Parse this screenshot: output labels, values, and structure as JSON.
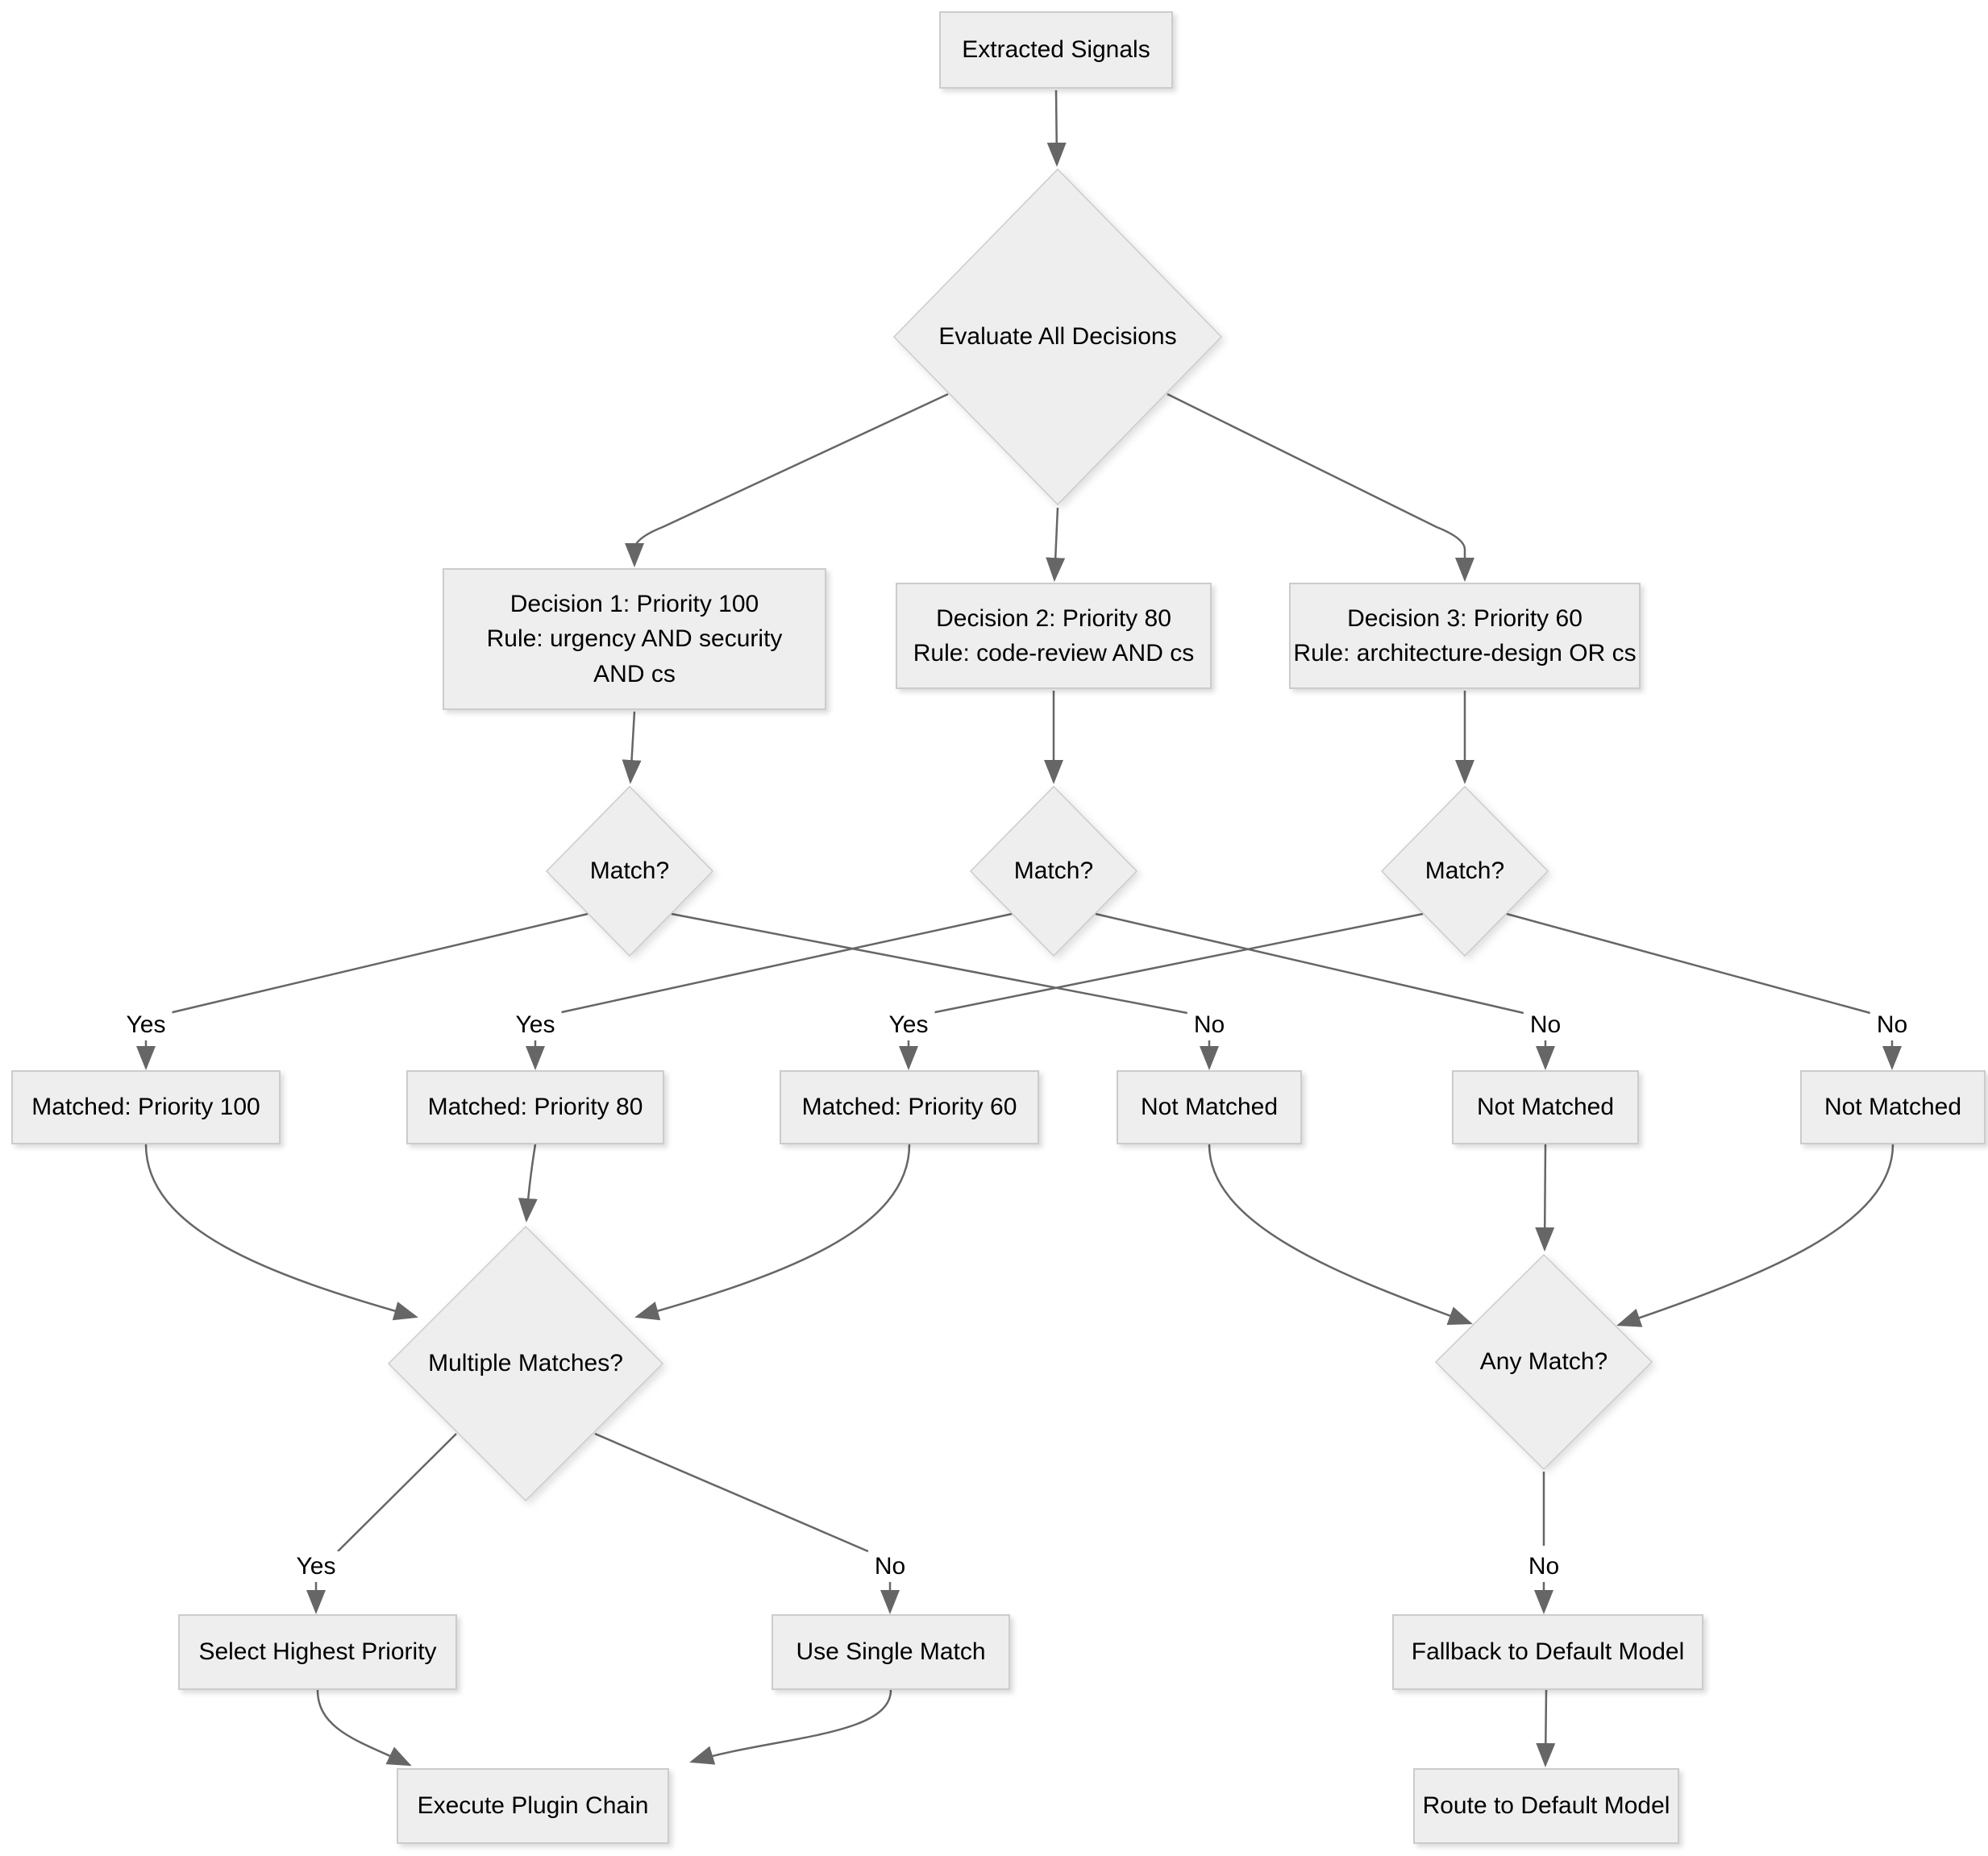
{
  "diagram": {
    "type": "flowchart",
    "colors": {
      "background": "#ffffff",
      "node_fill": "#eeeeee",
      "node_border": "#cccccc",
      "edge_color": "#666666",
      "label_bg": "#ffffff",
      "text_color": "#000000"
    },
    "nodes": {
      "extracted_signals": "Extracted Signals",
      "evaluate_all": "Evaluate All Decisions",
      "decision1": "Decision 1: Priority 100\nRule: urgency AND security\nAND cs",
      "decision2": "Decision 2: Priority 80\nRule: code-review AND cs",
      "decision3": "Decision 3: Priority 60\nRule: architecture-design OR cs",
      "match1": "Match?",
      "match2": "Match?",
      "match3": "Match?",
      "matched_100": "Matched: Priority 100",
      "matched_80": "Matched: Priority 80",
      "matched_60": "Matched: Priority 60",
      "not_matched_1": "Not Matched",
      "not_matched_2": "Not Matched",
      "not_matched_3": "Not Matched",
      "multiple_matches": "Multiple Matches?",
      "any_match": "Any Match?",
      "select_highest": "Select Highest Priority",
      "use_single": "Use Single Match",
      "fallback": "Fallback to Default Model",
      "execute_plugin": "Execute Plugin Chain",
      "route_default": "Route to Default Model"
    },
    "edge_labels": {
      "match1_yes": "Yes",
      "match2_yes": "Yes",
      "match3_yes": "Yes",
      "match1_no": "No",
      "match2_no": "No",
      "match3_no": "No",
      "multiple_yes": "Yes",
      "multiple_no": "No",
      "any_no": "No"
    }
  }
}
